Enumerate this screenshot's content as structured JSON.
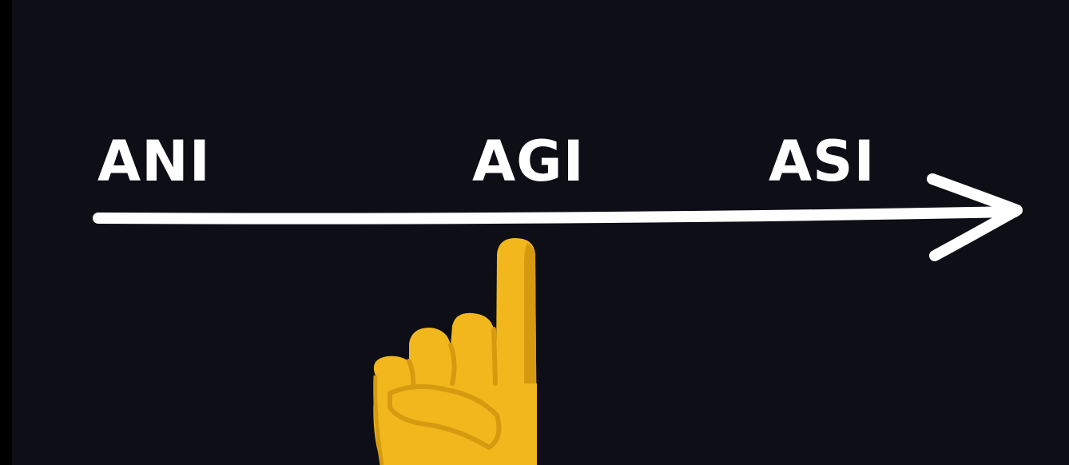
{
  "labels": {
    "ani": "ANI",
    "agi": "AGI",
    "asi": "ASI"
  },
  "pointer": {
    "icon": "pointing-up-hand-icon",
    "points_to": "AGI"
  },
  "colors": {
    "background": "#0e0e16",
    "text": "#ffffff",
    "arrow": "#ffffff",
    "hand": "#f2b71d",
    "hand_dark": "#d69a10"
  }
}
